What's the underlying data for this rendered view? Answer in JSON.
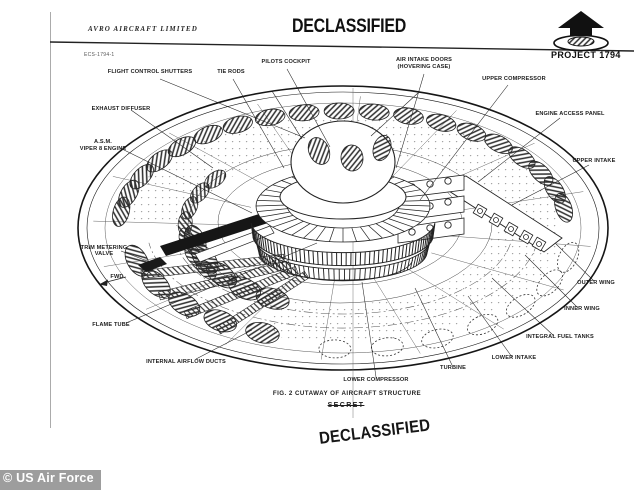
{
  "header": {
    "company": "AVRO AIRCRAFT LIMITED",
    "stamp": "DECLASSIFIED",
    "project": "PROJECT 1794",
    "drawing_number": "ECS-1794-1",
    "logo_icon": "saucer-arrow-logo"
  },
  "figure": {
    "caption": "FIG. 2 CUTAWAY OF AIRCRAFT STRUCTURE",
    "classification": "SECRET",
    "stamp": "DECLASSIFIED"
  },
  "credit": {
    "text": "© US Air Force"
  },
  "colors": {
    "ink": "#1b1b1b",
    "paper": "#ffffff",
    "credit_bar": "#9d9d9d",
    "credit_text": "#ffffff"
  },
  "labels": {
    "flight_control_shutters": "FLIGHT CONTROL SHUTTERS",
    "tie_rods": "TIE RODS",
    "pilots_cockpit": "PILOTS COCKPIT",
    "air_intake_doors_1": "AIR INTAKE DOORS",
    "air_intake_doors_2": "(HOVERING CASE)",
    "upper_compressor": "UPPER COMPRESSOR",
    "engine_access_panel": "ENGINE ACCESS PANEL",
    "upper_intake": "UPPER INTAKE",
    "outer_wing": "OUTER WING",
    "inner_wing": "INNER WING",
    "integral_fuel_tanks": "INTEGRAL FUEL TANKS",
    "lower_intake": "LOWER INTAKE",
    "turbine": "TURBINE",
    "lower_compressor": "LOWER COMPRESSOR",
    "exhaust_diffuser": "EXHAUST DIFFUSER",
    "asm_viper_1": "A.S.M.",
    "asm_viper_2": "VIPER 8 ENGINE",
    "trim_metering_1": "TRIM METERING",
    "trim_metering_2": "VALVE",
    "fwd": "FWD",
    "flame_tube": "FLAME TUBE",
    "internal_airflow_ducts": "INTERNAL AIRFLOW DUCTS"
  }
}
